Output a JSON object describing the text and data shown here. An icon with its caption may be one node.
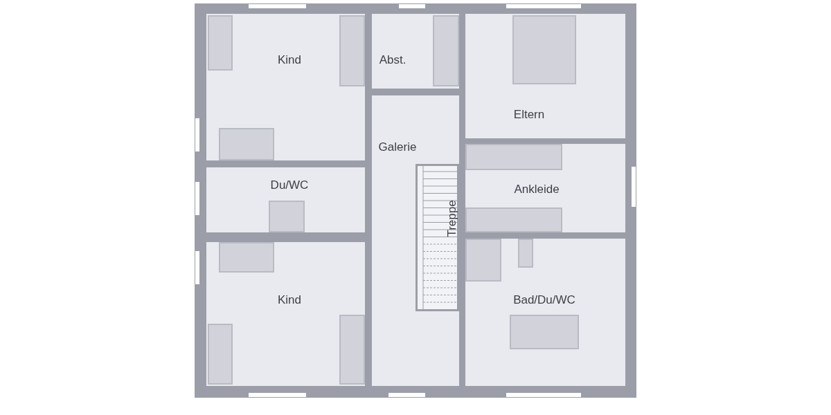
{
  "diagram": {
    "nodes": [
      {
        "text": [
          "Kind"
        ]
      },
      {
        "text": [
          "Abst."
        ]
      },
      {
        "text": [
          "Eltern"
        ]
      },
      {
        "text": [
          "Galerie"
        ]
      },
      {
        "text": [
          "Treppe"
        ],
        "in": 3
      },
      {
        "text": [
          "Du/WC"
        ]
      },
      {
        "text": [
          "Ankleide"
        ]
      },
      {
        "text": [
          "Kind"
        ]
      },
      {
        "text": [
          "Bad/Du/WC"
        ]
      }
    ],
    "edges": []
  }
}
